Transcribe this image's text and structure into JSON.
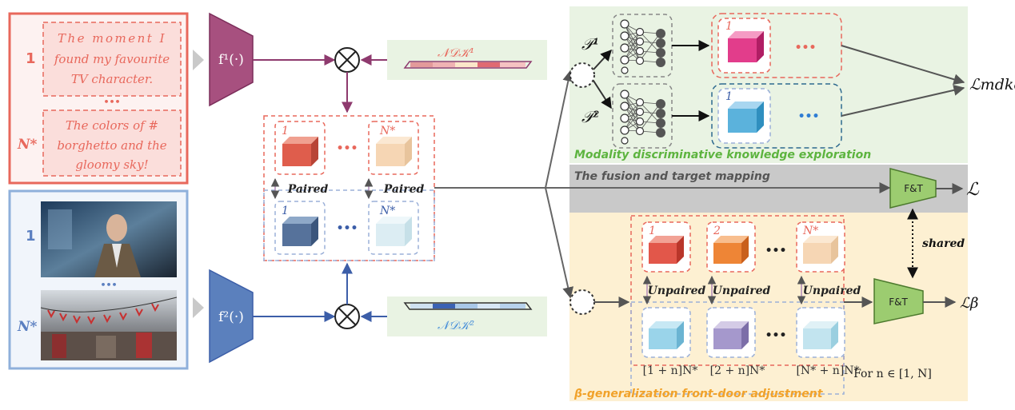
{
  "text_input": {
    "row1_index": "1",
    "row1_text": [
      "The moment I",
      "found my favourite",
      "TV character."
    ],
    "ellipsis": "•••",
    "rowN_index": "N*",
    "rowN_text": [
      "The colors of #",
      "borghetto and the",
      "gloomy sky!"
    ]
  },
  "image_input": {
    "row1_index": "1",
    "ellipsis": "•••",
    "rowN_index": "N*"
  },
  "encoders": {
    "text": "f¹(·)",
    "image": "f²(·)"
  },
  "dk_labels": {
    "text": "𝒩𝒟𝒦¹",
    "image": "𝒩𝒟𝒦²"
  },
  "center": {
    "label_1": "1",
    "label_n": "N*",
    "paired": "Paired",
    "ellipsis": "•••"
  },
  "mdke": {
    "p1": "𝒫¹",
    "p2": "𝒫²",
    "label_1": "1",
    "ellipsis": "•••",
    "caption": "Modality discriminative knowledge exploration",
    "loss": "ℒmdke"
  },
  "fusion": {
    "caption": "The fusion and target mapping",
    "ft": "F&T",
    "loss": "ℒ",
    "shared": "shared"
  },
  "beta": {
    "labels": [
      "1",
      "2",
      "N*"
    ],
    "unpaired": "Unpaired",
    "ellipsis": "•••",
    "indices": [
      "[1 + n]N*",
      "[2 + n]N*",
      "[N* + n]N*"
    ],
    "for_n": "For n ∈ [1, N]",
    "caption": "β-generalization front-door adjustment",
    "ft": "F&T",
    "loss": "ℒβ"
  },
  "colors": {
    "text_red": "#e8685c",
    "image_blue": "#6e93c6",
    "green_bg": "#e9f3e3",
    "green_text": "#5db43f",
    "gray_band": "#c9c9c9",
    "yellow_bg": "#fdf0d2",
    "orange_text": "#f1a22a",
    "ft_green": "#9ccc70"
  }
}
